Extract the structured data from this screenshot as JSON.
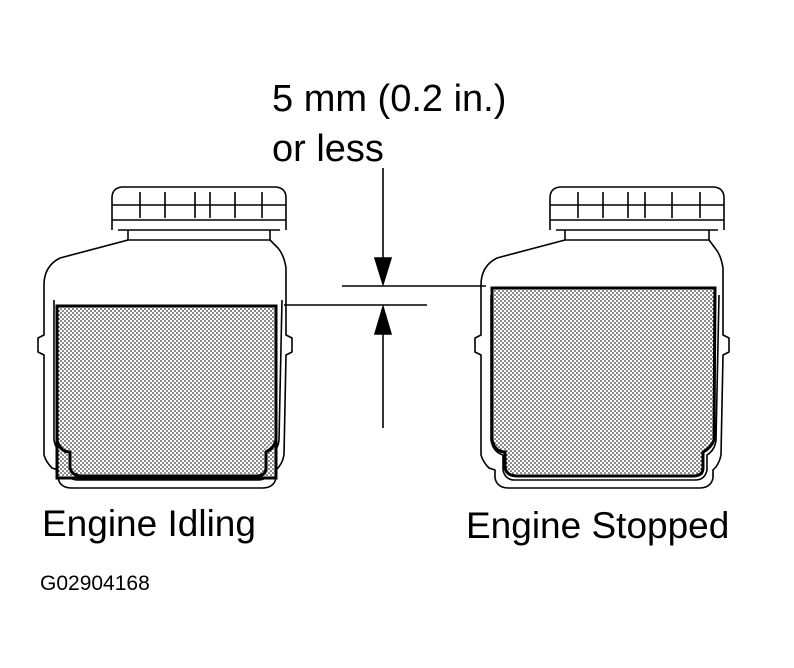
{
  "specification": {
    "line1": "5 mm (0.2 in.)",
    "line2": "or less"
  },
  "reservoirs": [
    {
      "label": "Engine Idling",
      "fluid_level": "low"
    },
    {
      "label": "Engine Stopped",
      "fluid_level": "high"
    }
  ],
  "figure_code": "G02904168",
  "colors": {
    "ink": "#000000",
    "background": "#ffffff",
    "fluid_dots": "#000000"
  }
}
